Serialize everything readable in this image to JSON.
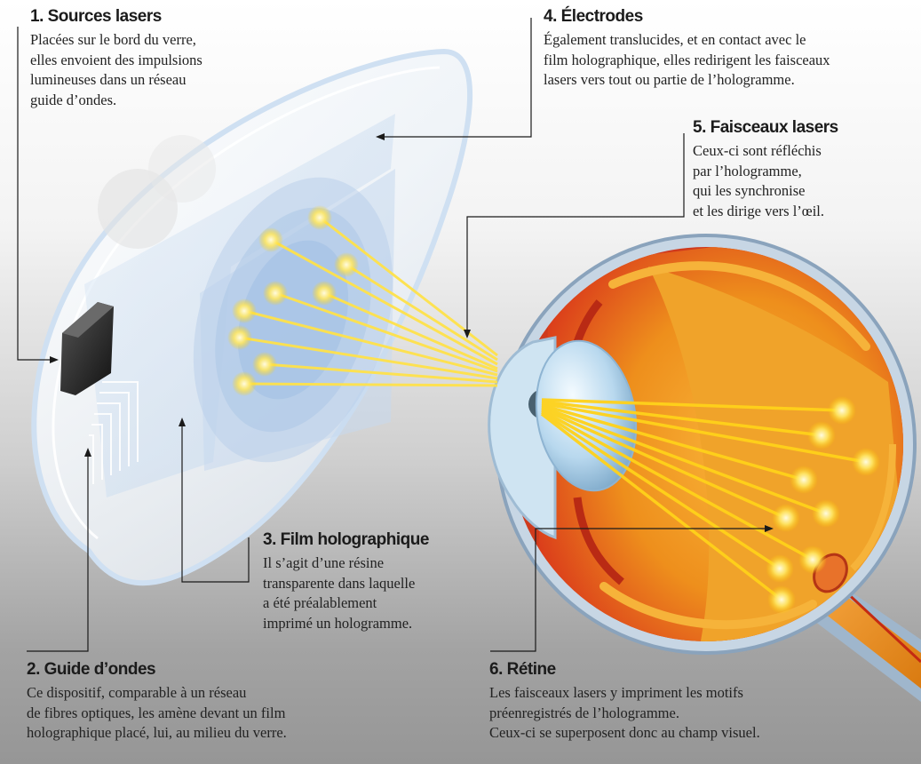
{
  "callouts": {
    "sources": {
      "title": "1. Sources lasers",
      "text": "Placées sur le bord du verre,\nelles envoient des impulsions\nlumineuses dans un réseau\nguide d’ondes."
    },
    "guide": {
      "title": "2. Guide d’ondes",
      "text": "Ce dispositif, comparable à un réseau\nde fibres optiques, les amène devant un film\nholographique placé, lui, au milieu du verre."
    },
    "film": {
      "title": "3. Film holographique",
      "text": "Il s’agit d’une résine\ntransparente dans laquelle\na été préalablement\nimprimé un hologramme."
    },
    "electrodes": {
      "title": "4. Électrodes",
      "text": "Également translucides, et en contact avec le\nfilm holographique, elles redirigent les faisceaux\nlasers vers tout ou partie de l’hologramme."
    },
    "faisceaux": {
      "title": "5. Faisceaux lasers",
      "text": "Ceux-ci sont réfléchis\npar l’hologramme,\nqui les synchronise\net les dirige vers l’œil."
    },
    "retine": {
      "title": "6. Rétine",
      "text": "Les faisceaux lasers y impriment les motifs\npréenregistrés de l’hologramme.\nCeux-ci se superposent donc au champ visuel."
    }
  },
  "colors": {
    "beam": "#ffe24a",
    "lens_edge": "#d6e4f2",
    "eye_red": "#d9361b",
    "eye_orange": "#e88c1a",
    "sclera_blue": "#9fb6cc",
    "laser_source": "#2b2b2b"
  }
}
